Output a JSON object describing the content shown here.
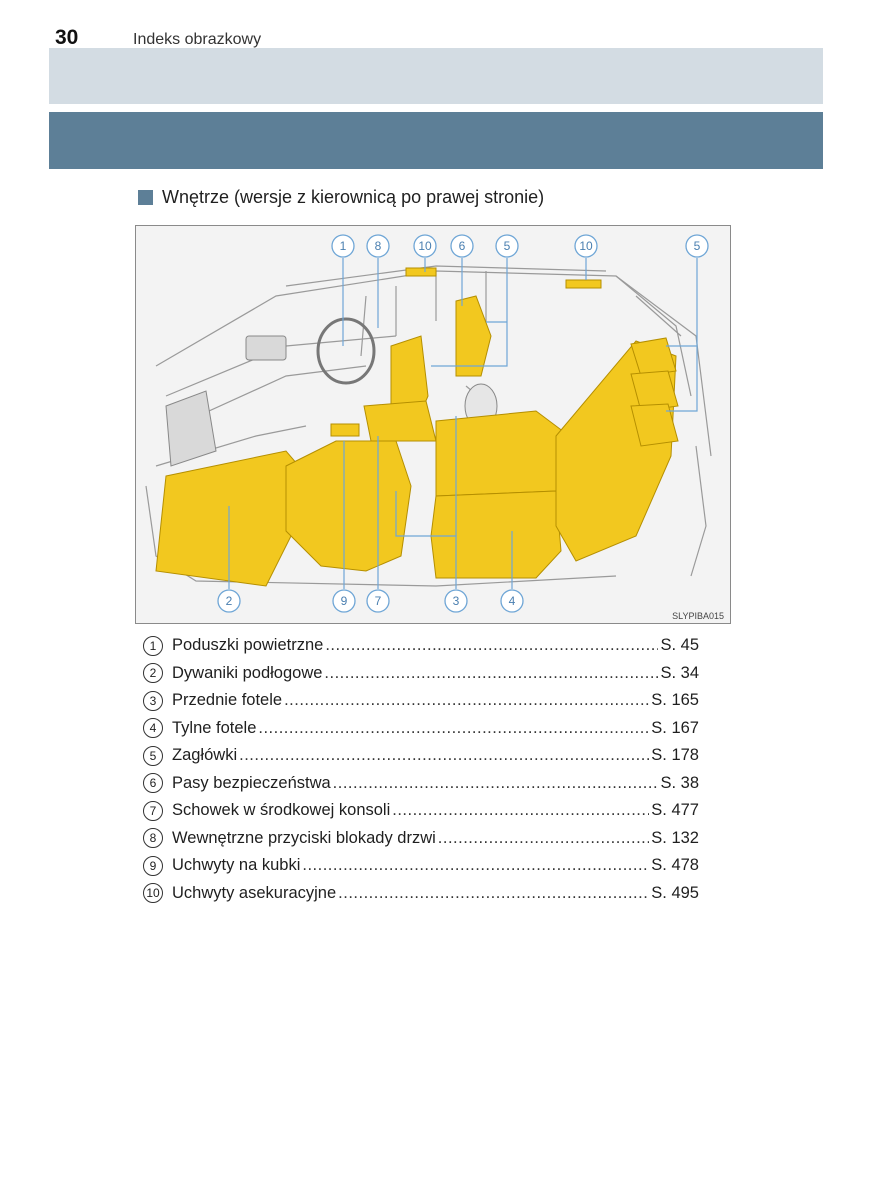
{
  "header": {
    "page_number": "30",
    "title": "Indeks obrazkowy"
  },
  "section": {
    "title": "Wnętrze (wersje z kierownicą po prawej stronie)"
  },
  "figure": {
    "code": "SLYPIBA015",
    "callouts_top": [
      "1",
      "8",
      "10",
      "6",
      "5",
      "10",
      "5"
    ],
    "callouts_bottom": [
      "2",
      "9",
      "7",
      "3",
      "4"
    ]
  },
  "items": [
    {
      "num": "1",
      "label": "Poduszki powietrzne",
      "page": "S. 45"
    },
    {
      "num": "2",
      "label": "Dywaniki podłogowe",
      "page": "S. 34"
    },
    {
      "num": "3",
      "label": "Przednie fotele",
      "page": "S. 165"
    },
    {
      "num": "4",
      "label": "Tylne fotele",
      "page": "S. 167"
    },
    {
      "num": "5",
      "label": "Zagłówki",
      "page": "S. 178"
    },
    {
      "num": "6",
      "label": "Pasy bezpieczeństwa",
      "page": "S. 38"
    },
    {
      "num": "7",
      "label": "Schowek w środkowej konsoli",
      "page": "S. 477"
    },
    {
      "num": "8",
      "label": "Wewnętrzne przyciski blokady drzwi",
      "page": "S. 132"
    },
    {
      "num": "9",
      "label": "Uchwyty na kubki",
      "page": "S. 478"
    },
    {
      "num": "10",
      "label": "Uchwyty asekuracyjne",
      "page": "S. 495"
    }
  ],
  "colors": {
    "header_bg": "#d3dce3",
    "band": "#5d7f97",
    "highlight": "#f2c81f"
  }
}
